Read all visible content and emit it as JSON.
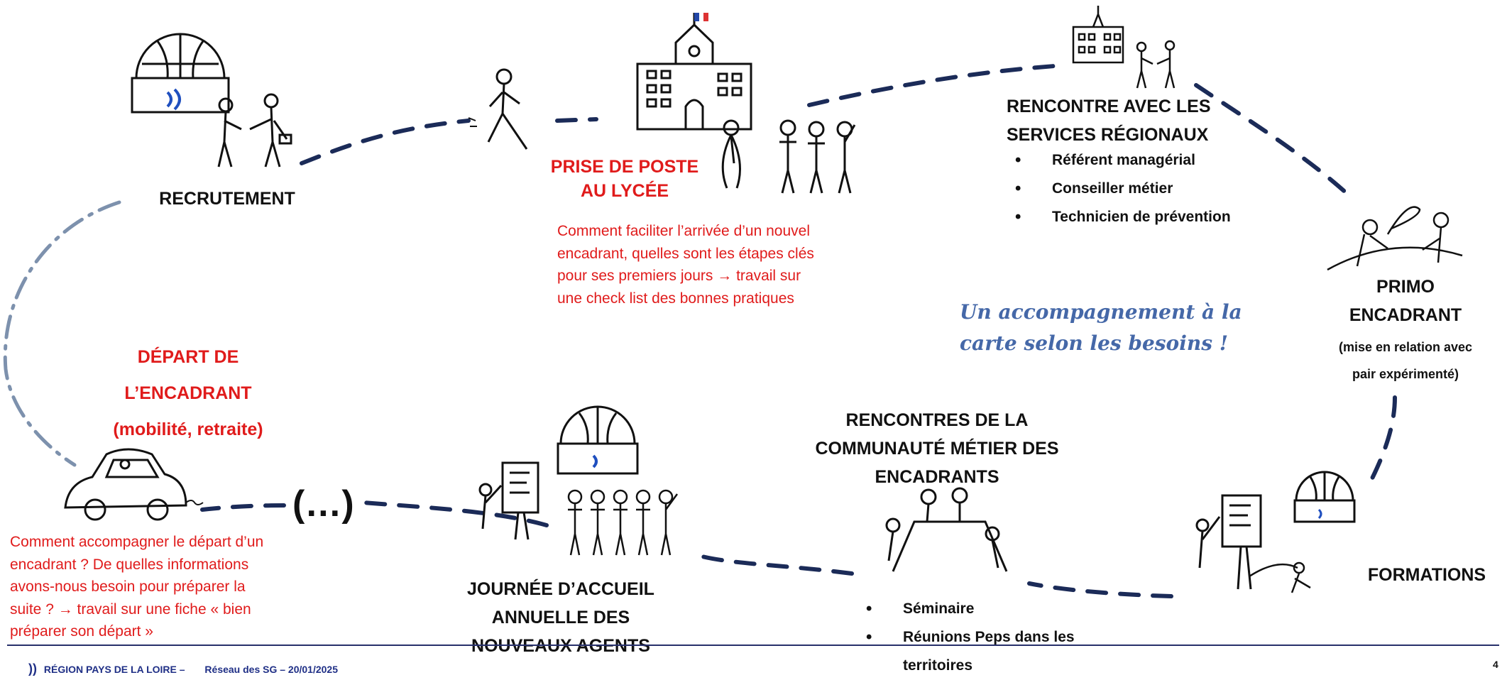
{
  "stages": {
    "recrutement": "RECRUTEMENT",
    "prise_de_poste": [
      "PRISE DE POSTE",
      "AU LYCÉE"
    ],
    "prise_de_poste_text": [
      "Comment faciliter l’arrivée d’un nouvel",
      "encadrant, quelles sont les étapes clés",
      "pour ses premiers jours → travail sur",
      "une check list des bonnes pratiques"
    ],
    "rencontre": [
      "RENCONTRE AVEC LES",
      "SERVICES RÉGIONAUX"
    ],
    "rencontre_items": [
      "Référent managérial",
      "Conseiller métier",
      "Technicien de prévention"
    ],
    "primo": [
      "PRIMO",
      "ENCADRANT"
    ],
    "primo_note": [
      "(mise en relation avec",
      "pair expérimenté)"
    ],
    "formations": "FORMATIONS",
    "communaute": [
      "RENCONTRES DE LA",
      "COMMUNAUTÉ MÉTIER DES",
      "ENCADRANTS"
    ],
    "communaute_items": [
      "Séminaire",
      "Réunions Peps dans les",
      "territoires"
    ],
    "journee": [
      "JOURNÉE D’ACCUEIL",
      "ANNUELLE DES",
      "NOUVEAUX AGENTS"
    ],
    "ellipsis": "(…)",
    "depart": [
      "DÉPART DE",
      "L’ENCADRANT",
      "(mobilité, retraite)"
    ],
    "depart_text": [
      "Comment accompagner le départ d’un",
      "encadrant ? De quelles informations",
      "avons-nous besoin pour préparer la",
      "suite ? → travail sur une fiche « bien",
      "préparer son départ »"
    ]
  },
  "slogan": [
    "Un accompagnement à la",
    "carte selon les besoins !"
  ],
  "footer": {
    "mark": "))",
    "org": "RÉGION PAYS DE LA LOIRE –",
    "event": "Réseau des SG – 20/01/2025",
    "page": "4"
  },
  "colors": {
    "path": "#1b2b58",
    "return_path": "#7d91ad",
    "accent_red": "#e01b1b",
    "brand_blue": "#1f2f86",
    "slogan": "#4568a8"
  },
  "icons": [
    "dome-building-icon",
    "handshake-icon",
    "walking-person-icon",
    "lycee-building-icon",
    "team-icon",
    "regional-building-icon",
    "conversation-icon",
    "presentation-board-icon",
    "podium-icon",
    "car-icon"
  ]
}
